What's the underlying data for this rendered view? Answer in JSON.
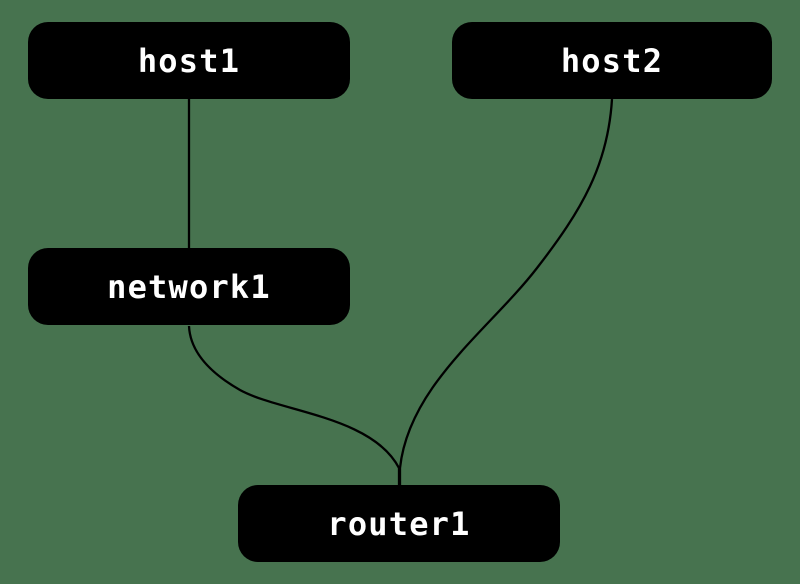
{
  "diagram": {
    "type": "network-topology",
    "nodes": {
      "host1": {
        "label": "host1"
      },
      "host2": {
        "label": "host2"
      },
      "network1": {
        "label": "network1"
      },
      "router1": {
        "label": "router1"
      }
    },
    "edges": [
      {
        "from": "host1",
        "to": "network1"
      },
      {
        "from": "network1",
        "to": "router1"
      },
      {
        "from": "host2",
        "to": "router1"
      }
    ],
    "colors": {
      "background": "#47734F",
      "node_fill": "#000000",
      "node_text": "#FFFFFF",
      "edge_stroke": "#000000"
    }
  }
}
